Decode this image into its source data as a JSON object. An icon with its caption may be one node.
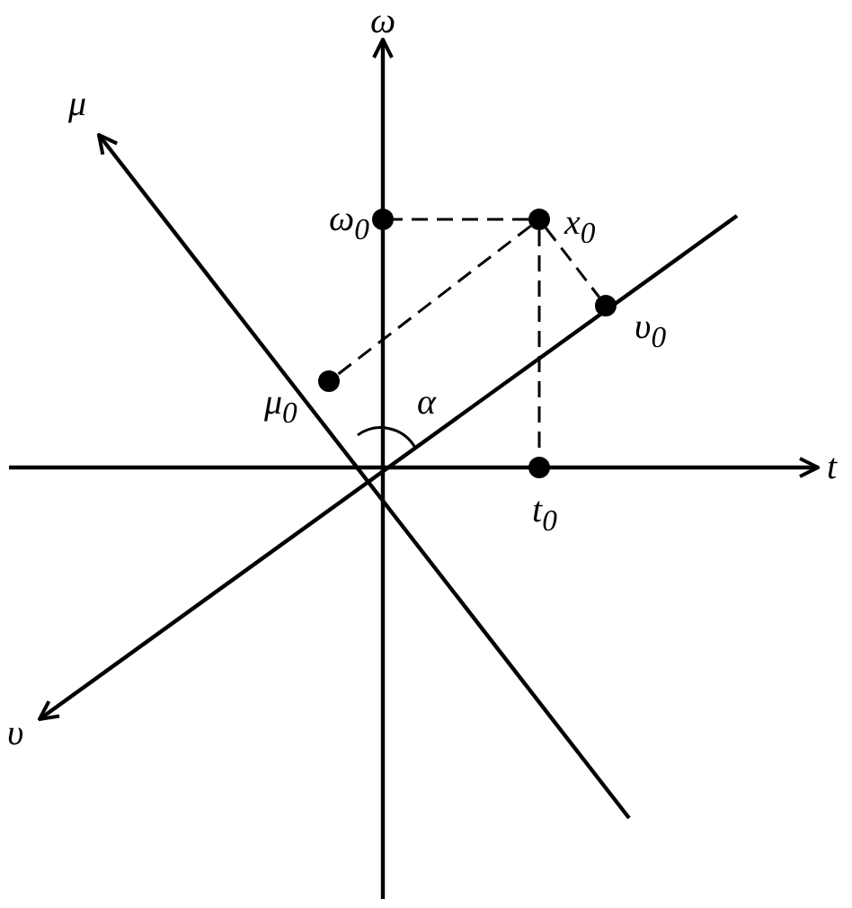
{
  "diagram": {
    "nodes": [
      {
        "text": [
          "x$_{0}$"
        ]
      },
      {
        "text": [
          "ω$_{0}$"
        ]
      },
      {
        "text": [
          "υ$_{0}$"
        ]
      },
      {
        "text": [
          "μ$_{0}$"
        ]
      },
      {
        "text": [
          "t$_{0}$"
        ]
      }
    ],
    "edges": [
      {
        "from": 0,
        "to": 1,
        "arrow": "none",
        "style": "dashed"
      },
      {
        "from": 0,
        "to": 2,
        "arrow": "none",
        "style": "dashed"
      },
      {
        "from": 0,
        "to": 3,
        "arrow": "none",
        "style": "dashed"
      },
      {
        "from": 0,
        "to": 4,
        "arrow": "none",
        "style": "dashed"
      }
    ],
    "labels": [
      "ω",
      "μ",
      "t",
      "υ",
      "α"
    ]
  }
}
